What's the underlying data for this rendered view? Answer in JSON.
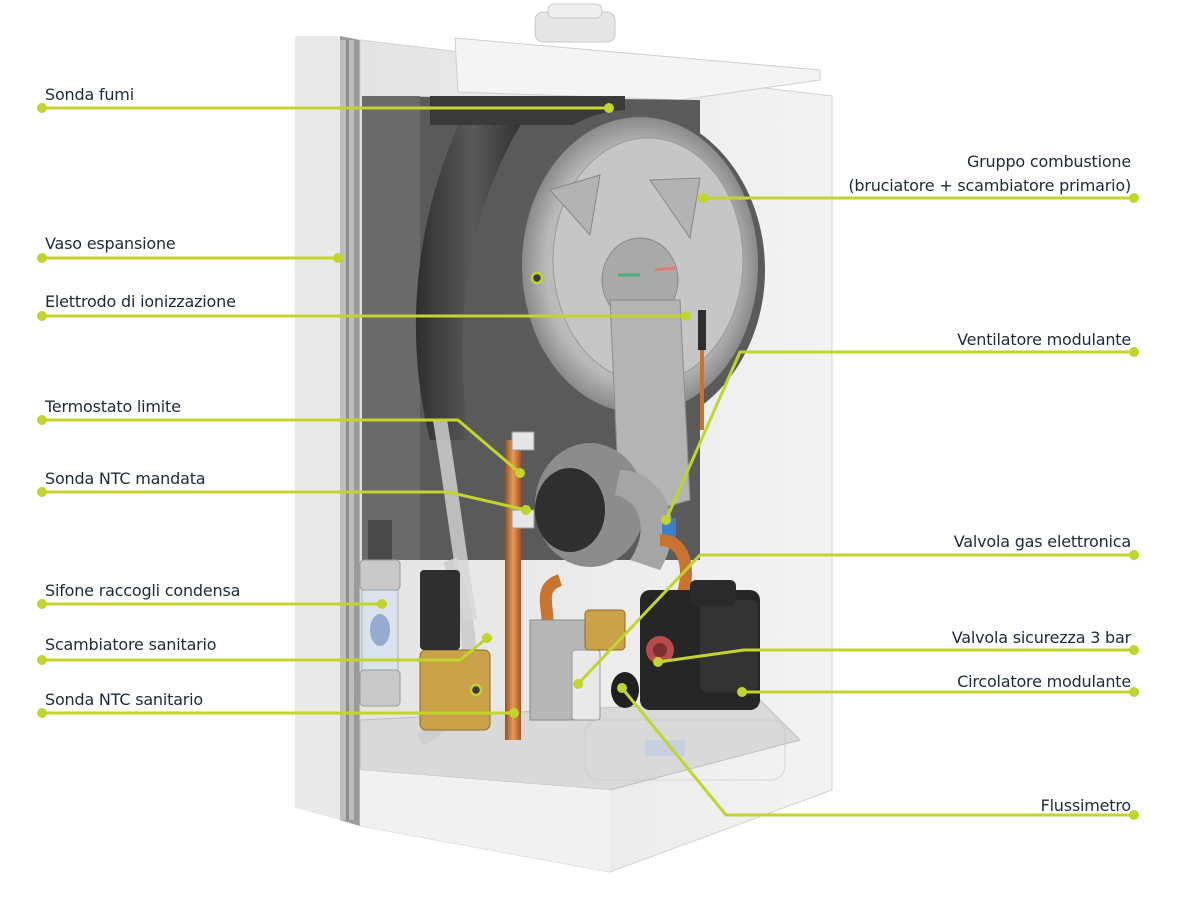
{
  "colors": {
    "leader": "#c2d52b",
    "text": "#1f2a3a",
    "casing": "#ececec",
    "casing_shadow": "#d6d6d6",
    "dark": "#3a3a3a",
    "copper": "#c8742f",
    "brass": "#c9a24a"
  },
  "labels": {
    "sonda_fumi": "Sonda fumi",
    "vaso_espansione": "Vaso espansione",
    "elettrodo": "Elettrodo di ionizzazione",
    "termostato": "Termostato limite",
    "ntc_mandata": "Sonda NTC mandata",
    "sifone": "Sifone raccogli condensa",
    "scambiatore_sanitario": "Scambiatore sanitario",
    "ntc_sanitario": "Sonda NTC sanitario",
    "gruppo_combustione_1": "Gruppo combustione",
    "gruppo_combustione_2": "(bruciatore + scambiatore primario)",
    "ventilatore": "Ventilatore modulante",
    "valvola_gas": "Valvola gas elettronica",
    "valvola_sicurezza": "Valvola sicurezza 3 bar",
    "circolatore": "Circolatore modulante",
    "flussimetro": "Flussimetro"
  }
}
